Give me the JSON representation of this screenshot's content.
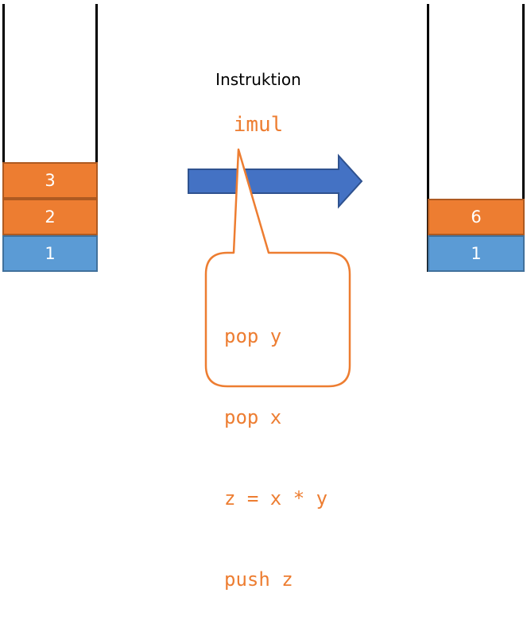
{
  "title": "Instruktion",
  "instruction": "imul",
  "callout_lines": [
    "pop y",
    "pop x",
    "z = x * y",
    "push z"
  ],
  "left_stack": [
    {
      "value": "3",
      "color": "orange"
    },
    {
      "value": "2",
      "color": "orange"
    },
    {
      "value": "1",
      "color": "blue"
    }
  ],
  "right_stack": [
    {
      "value": "6",
      "color": "orange"
    },
    {
      "value": "1",
      "color": "blue"
    }
  ],
  "colors": {
    "orange": "#ed7d31",
    "blue": "#5b9bd5",
    "arrow": "#4472c4"
  }
}
